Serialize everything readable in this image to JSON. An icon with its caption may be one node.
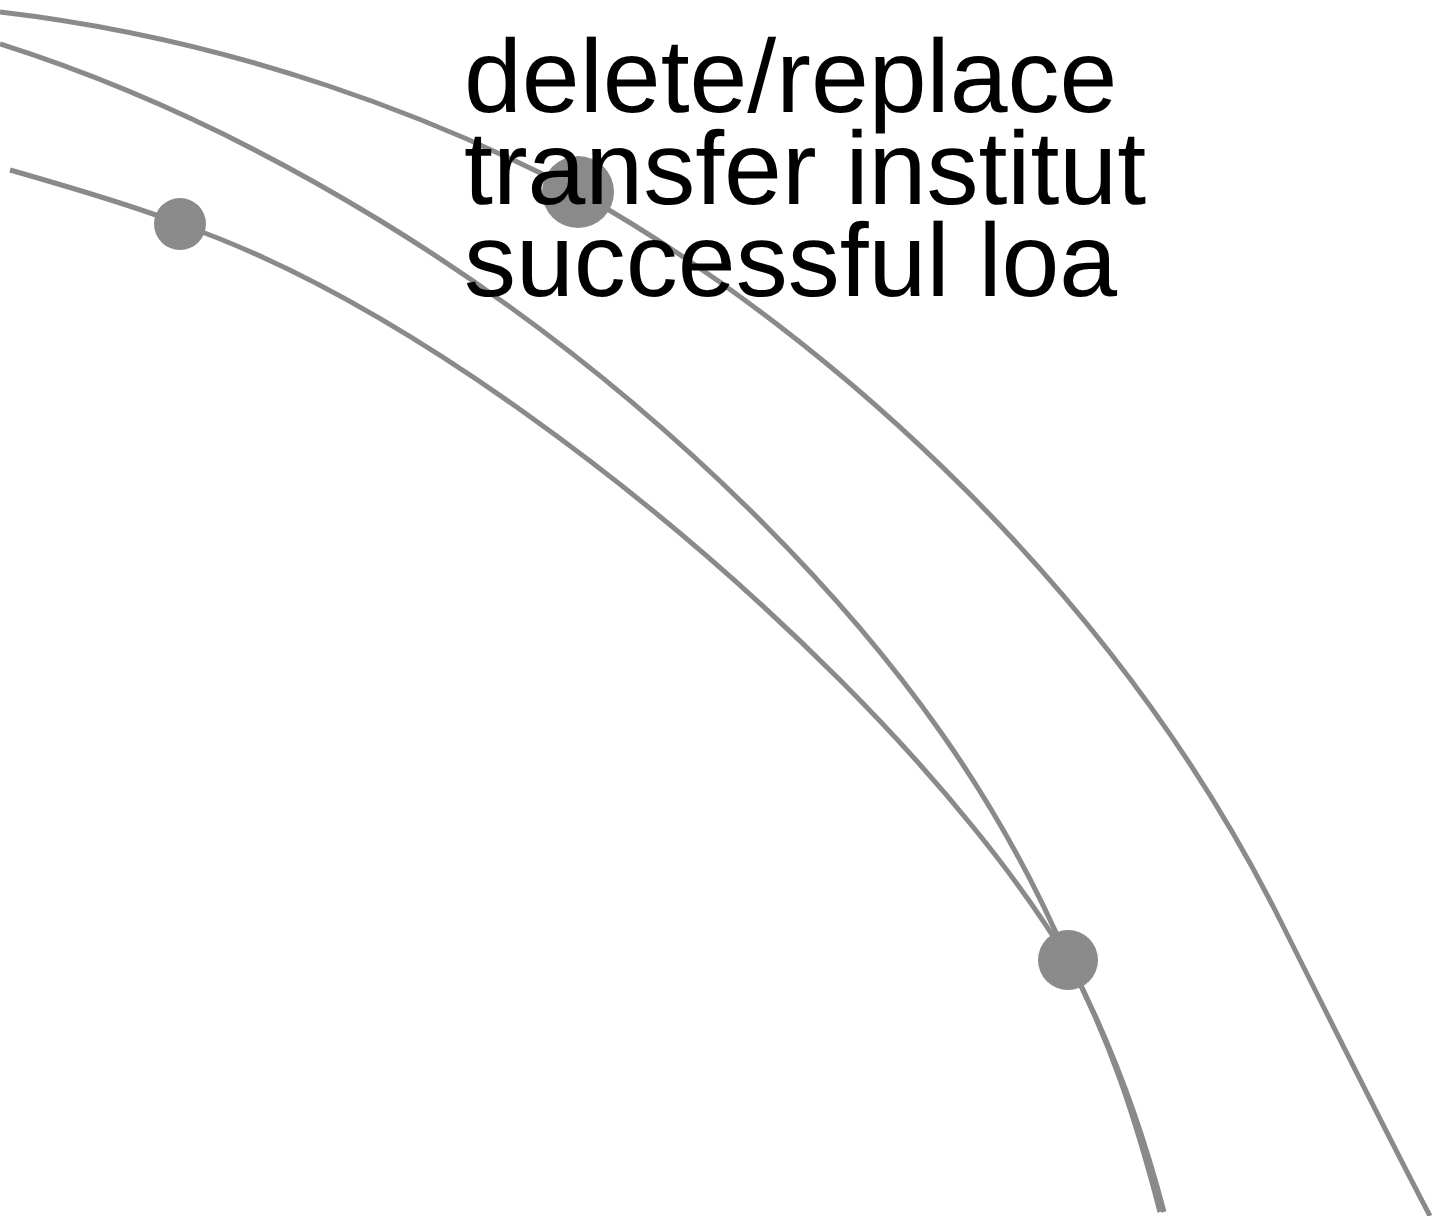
{
  "diagram": {
    "labels": [
      "delete/replace",
      "transfer institut",
      "successful loa"
    ]
  }
}
